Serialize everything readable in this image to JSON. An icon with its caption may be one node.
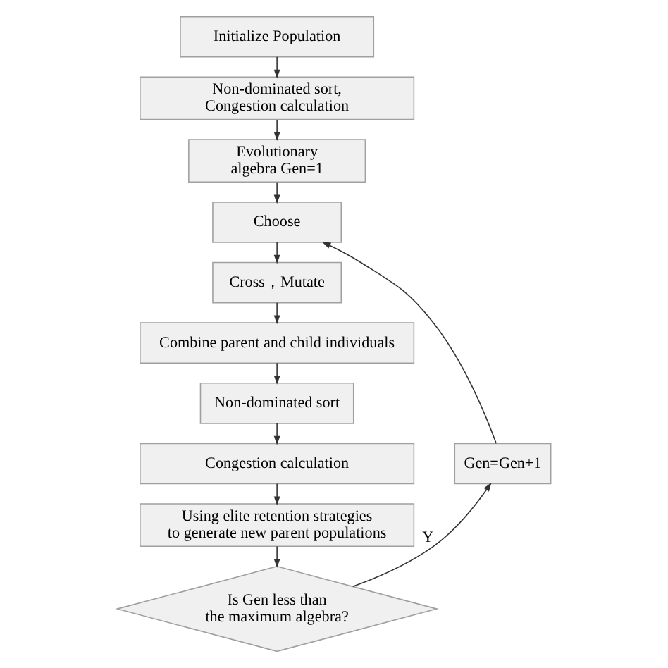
{
  "diagram": {
    "nodes": [
      {
        "text": [
          "Initialize Population"
        ]
      },
      {
        "text": [
          "Non-dominated sort, Congestion calculation"
        ]
      },
      {
        "text": [
          "Evolutionary algebra Gen=1"
        ]
      },
      {
        "text": [
          "Choose"
        ]
      },
      {
        "text": [
          "Cross，Mutate"
        ]
      },
      {
        "text": [
          "Combine parent and child individuals"
        ]
      },
      {
        "text": [
          "Non-dominated sort"
        ]
      },
      {
        "text": [
          "Congestion calculation"
        ]
      },
      {
        "text": [
          "Using elite retention strategies to generate new parent populations"
        ]
      },
      {
        "text": [
          "Is Gen less than the maximum algebra?"
        ]
      },
      {
        "text": [
          "Gen=Gen+1"
        ]
      }
    ],
    "edges": [
      {
        "from": 0,
        "to": 1,
        "arrow": "to"
      },
      {
        "from": 1,
        "to": 2,
        "arrow": "to"
      },
      {
        "from": 2,
        "to": 3,
        "arrow": "to"
      },
      {
        "from": 3,
        "to": 4,
        "arrow": "to"
      },
      {
        "from": 4,
        "to": 5,
        "arrow": "to"
      },
      {
        "from": 5,
        "to": 6,
        "arrow": "to"
      },
      {
        "from": 6,
        "to": 7,
        "arrow": "to"
      },
      {
        "from": 7,
        "to": 8,
        "arrow": "to"
      },
      {
        "from": 8,
        "to": 9,
        "arrow": "to"
      },
      {
        "from": 9,
        "to": 10,
        "arrow": "to",
        "label": "Y"
      },
      {
        "from": 10,
        "to": 3,
        "arrow": "to"
      }
    ]
  }
}
